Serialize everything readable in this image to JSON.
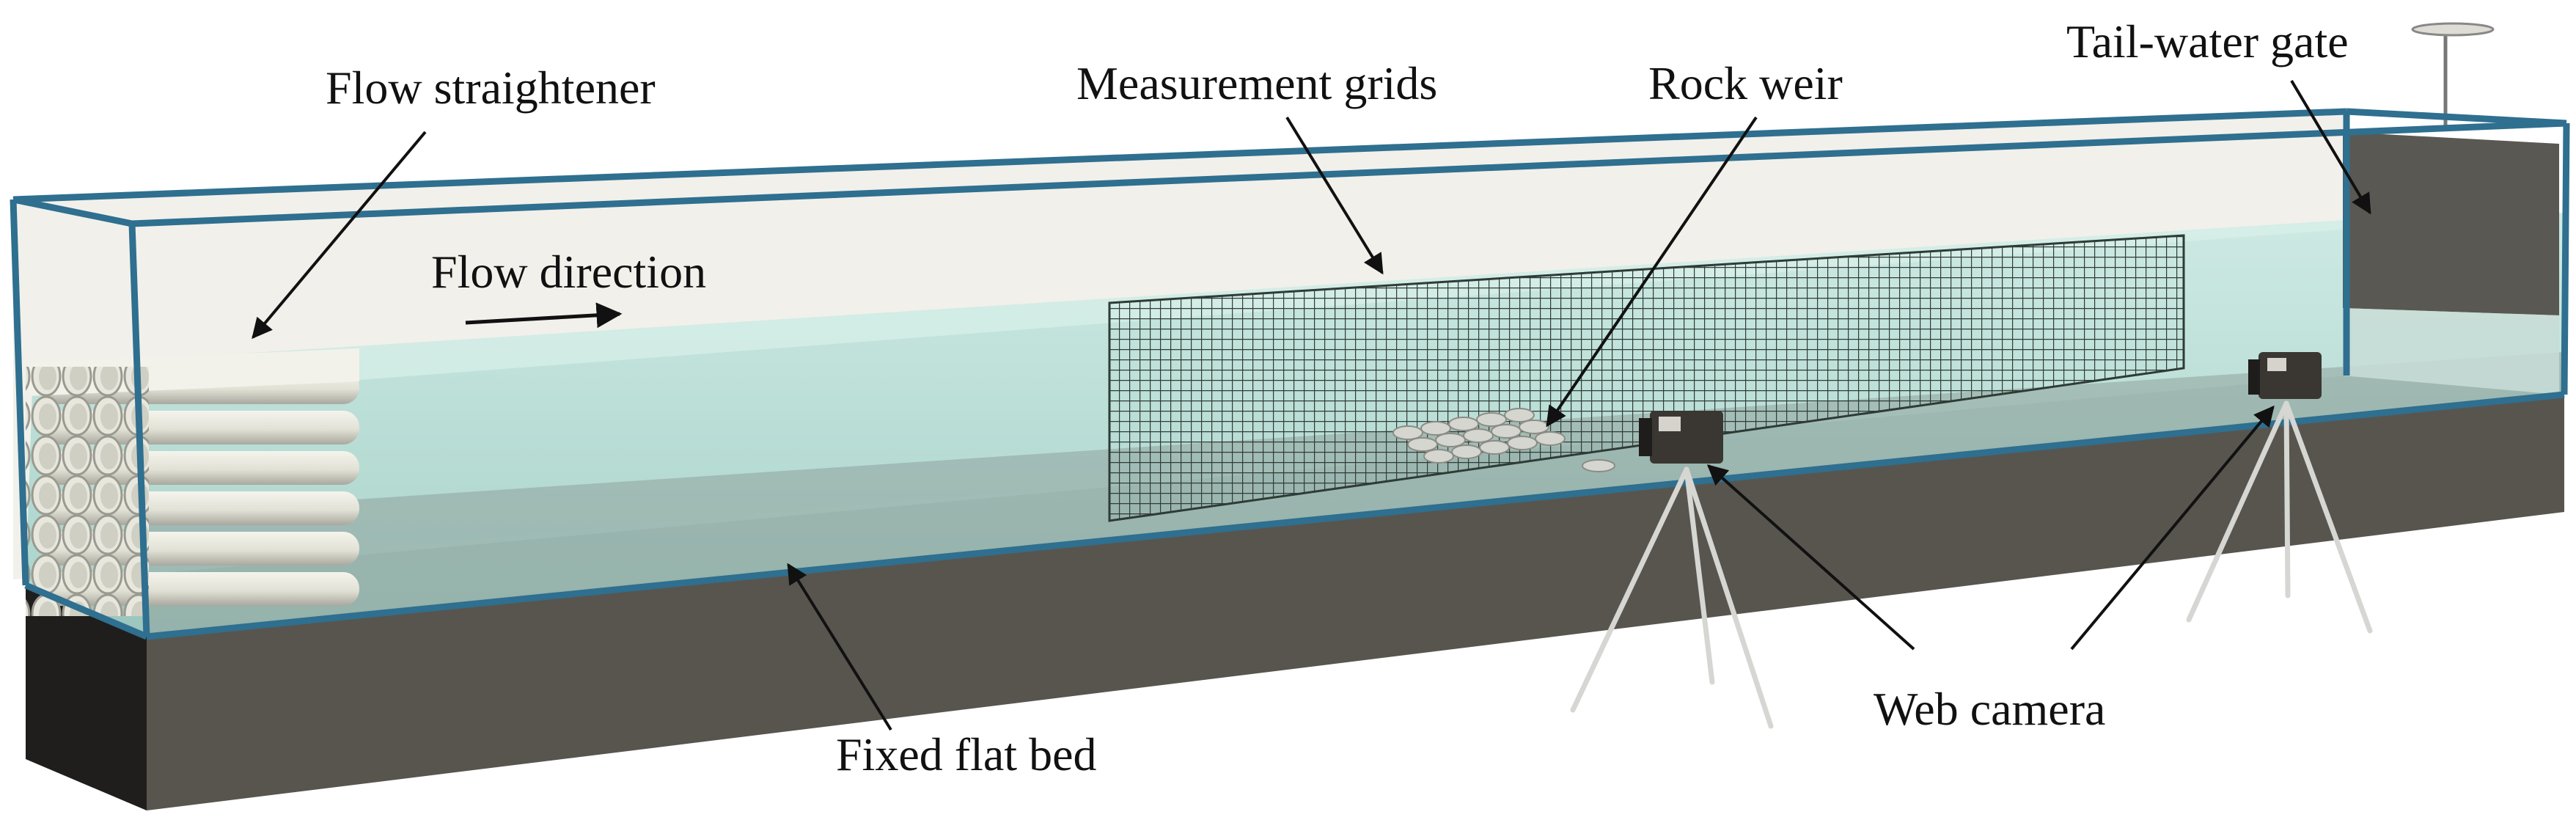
{
  "labels": {
    "flow_straightener": "Flow straightener",
    "measurement_grids": "Measurement grids",
    "rock_weir": "Rock weir",
    "tail_water_gate": "Tail-water gate",
    "flow_direction": "Flow direction",
    "fixed_flat_bed": "Fixed flat bed",
    "web_camera": "Web camera"
  },
  "colors": {
    "frame": "#2f6f8f",
    "base_front": "#58554f",
    "base_left": "#1e1d1b",
    "base_top": "#77756e",
    "water": "#bfe3dc",
    "glass": "#f1efea",
    "gate": "#5a5853",
    "grid": "#2f3b36",
    "pipes": "#e7e6dc",
    "camera": "#3a3733",
    "tripod": "#d8d8d4"
  },
  "icons": [
    "flow-direction-arrow-icon",
    "web-camera-icon"
  ]
}
